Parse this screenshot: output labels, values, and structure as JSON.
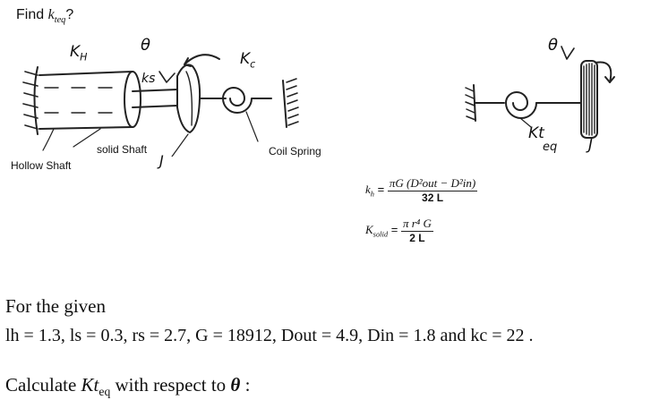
{
  "title": {
    "prefix": "Find ",
    "var": "k",
    "sub": "teq",
    "suffix": "?"
  },
  "left_diagram": {
    "label_kh": "K",
    "label_kh_sub": "H",
    "label_theta": "θ",
    "label_ks": "ks",
    "label_kc": "K",
    "label_kc_sub": "c",
    "label_J": "J",
    "caption_solid": "solid Shaft",
    "caption_hollow": "Hollow Shaft",
    "caption_coil": "Coil Spring"
  },
  "right_diagram": {
    "label_theta": "θ",
    "label_kt": "K",
    "label_kt_sub": "t",
    "label_eq": "eq",
    "label_J": "J"
  },
  "formulas": {
    "kh_lhs": "k",
    "kh_lhs_sub": "h",
    "kh_num": "πG (D²out − D²in)",
    "kh_den": "32 L",
    "ks_lhs": "K",
    "ks_lhs_sub": "solid",
    "ks_num": "π r⁴ G",
    "ks_den": "2 L"
  },
  "problem": {
    "line1": "For the given",
    "line2": "lh = 1.3, ls = 0.3, rs = 2.7, G = 18912, Dout = 4.9,  Din = 1.8 and kc = 22 .",
    "line3_prefix": "Calculate ",
    "line3_var": "Kt",
    "line3_sub": "eq",
    "line3_mid": " with respect to ",
    "line3_theta": "θ",
    "line3_suffix": " :"
  }
}
